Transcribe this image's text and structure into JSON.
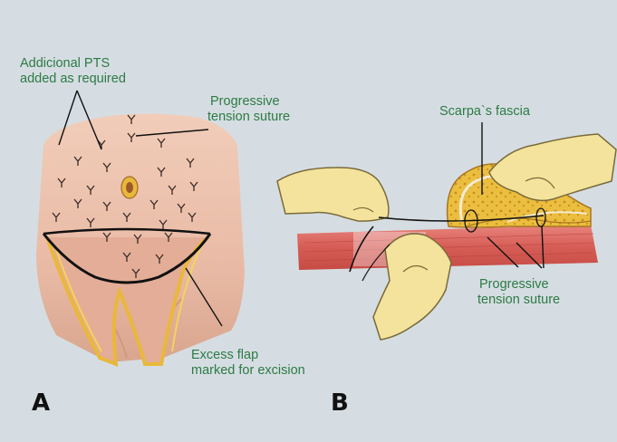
{
  "panel_a": {
    "letter": "A",
    "label_additional": [
      "Addicional PTS",
      "added as required"
    ],
    "label_pts": [
      "Progressive",
      "tension suture"
    ],
    "label_excess": [
      "Excess flap",
      "marked for excision"
    ]
  },
  "panel_b": {
    "letter": "B",
    "label_scarpa": "Scarpa`s fascia",
    "label_pts": [
      "Progressive",
      "tension suture"
    ]
  },
  "colors": {
    "background": "#d5dde2",
    "label_text": "#2d7a45",
    "skin": "#ecc2ae",
    "fat": "#e9b83a",
    "muscle": "#d9615a",
    "glove": "#f3e39c"
  },
  "icons": [
    "suture-mark-icon",
    "navel-icon",
    "hand-icon",
    "needle-icon"
  ]
}
